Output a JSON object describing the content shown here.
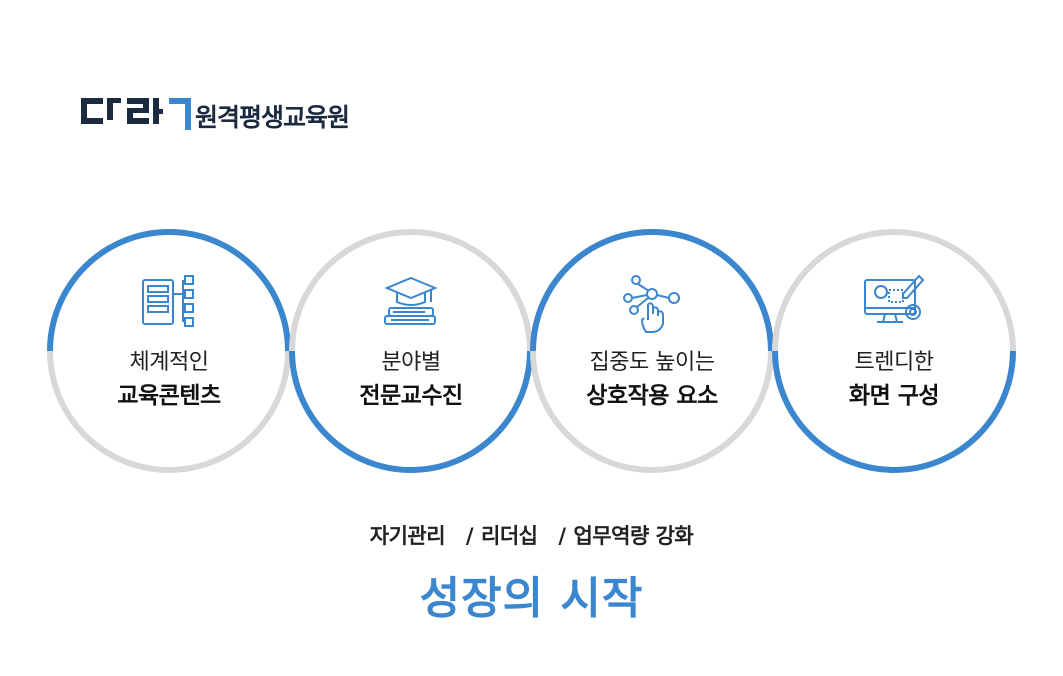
{
  "logo": {
    "mark_text": "다라",
    "name": "원격평생교육원",
    "mark_color": "#3b87cf",
    "name_color": "#1b2a3f"
  },
  "features": [
    {
      "line1": "체계적인",
      "line2": "교육콘텐츠",
      "icon": "sitemap-document-icon"
    },
    {
      "line1": "분야별",
      "line2": "전문교수진",
      "icon": "graduation-cap-books-icon"
    },
    {
      "line1": "집중도 높이는",
      "line2": "상호작용 요소",
      "icon": "touch-network-icon"
    },
    {
      "line1": "트렌디한",
      "line2": "화면 구성",
      "icon": "monitor-design-icon"
    }
  ],
  "tagline": {
    "item1": "자기관리",
    "item2": "리더십",
    "item3": "업무역량 강화",
    "separator": "/"
  },
  "headline": "성장의 시작",
  "colors": {
    "accent": "#3b87cf",
    "ring_gray": "#d8d8d8",
    "text_dark": "#222222"
  }
}
